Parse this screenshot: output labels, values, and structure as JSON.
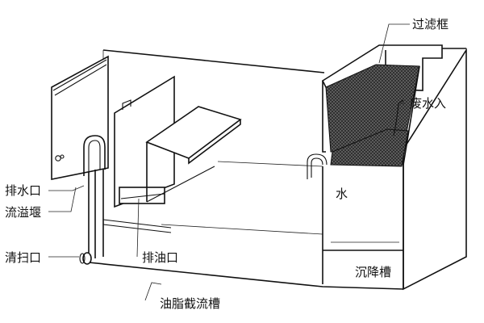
{
  "labels": {
    "filter_frame": "过滤框",
    "waste_water_in": "废水入",
    "water": "水",
    "drain_outlet": "排水口",
    "overflow_weir": "流溢堰",
    "cleanout_port": "清扫口",
    "oil_outlet": "排油口",
    "settling_tank": "沉降槽",
    "grease_interceptor": "油脂截流槽"
  }
}
